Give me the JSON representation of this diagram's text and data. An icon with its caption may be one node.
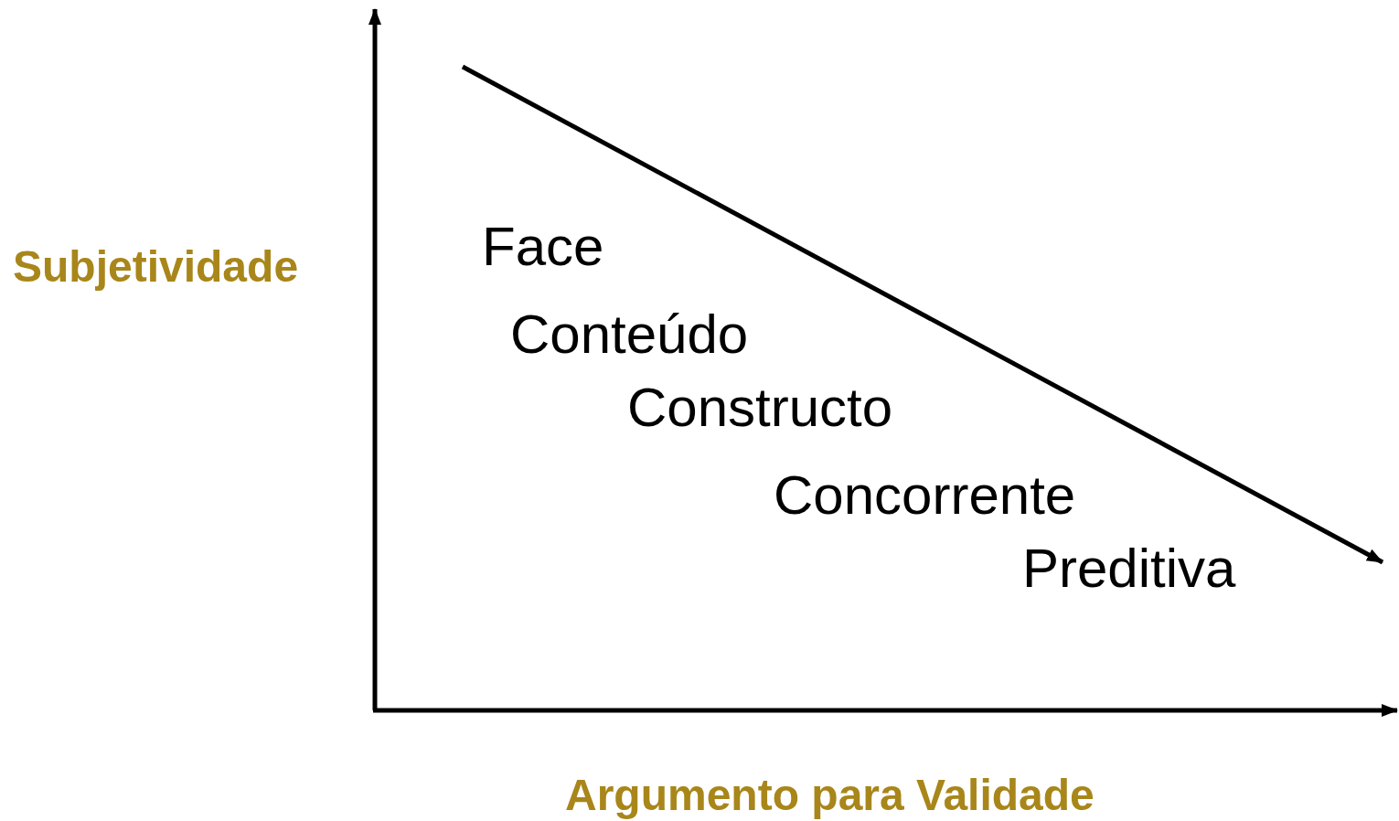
{
  "diagram": {
    "labels": [
      "Face",
      "Subjetividade",
      "Conteúdo",
      "Constructo",
      "Concorrente",
      "Preditiva",
      "Argumento para Validade"
    ]
  }
}
